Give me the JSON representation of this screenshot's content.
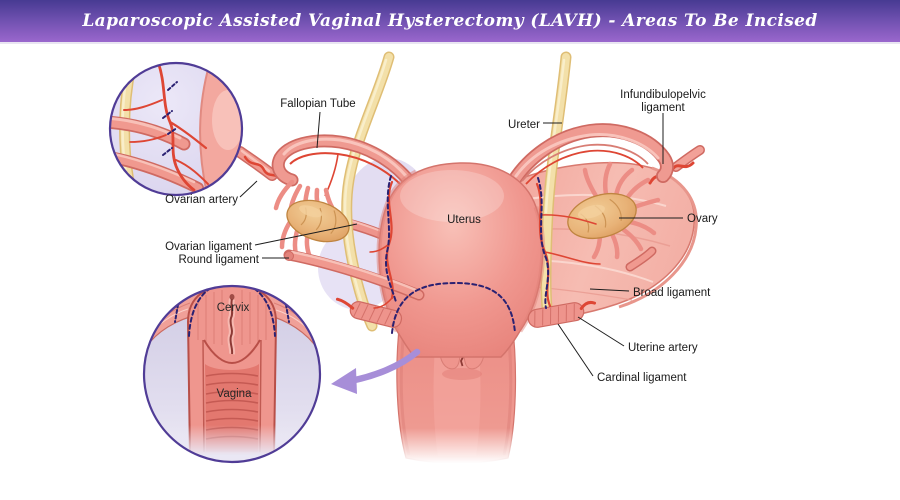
{
  "header": {
    "title": "Laparoscopic Assisted Vaginal Hysterectomy (LAVH) - Areas To Be Incised"
  },
  "labels": {
    "fallopian_tube": "Fallopian Tube",
    "ureter": "Ureter",
    "infundibulopelvic_line1": "Infundibulopelvic",
    "infundibulopelvic_line2": "ligament",
    "ovarian_artery": "Ovarian artery",
    "uterus": "Uterus",
    "ovary": "Ovary",
    "ovarian_ligament": "Ovarian ligament",
    "round_ligament": "Round ligament",
    "broad_ligament": "Broad ligament",
    "uterine_artery": "Uterine artery",
    "cardinal_ligament": "Cardinal ligament"
  },
  "inset_detail": {
    "cervix": "Cervix",
    "vagina": "Vagina"
  },
  "colors": {
    "header_gradient_top": "#473a92",
    "header_gradient_bottom": "#9a67cd",
    "title_text": "#ffffff",
    "tissue_pink": "#ee938b",
    "tissue_outline": "#cf6a62",
    "broad_ligament_pink": "#f4b4ab",
    "ovary_tan": "#e9b67e",
    "ureter_yellow": "#f3e0a9",
    "artery_red": "#de4634",
    "incision_navy": "#2a2172",
    "inset_border_purple": "#503c96",
    "inset_bg_lavender": "#d9d4ec",
    "arrow_purple": "#a78ed8",
    "label_text": "#1a1a1a"
  }
}
